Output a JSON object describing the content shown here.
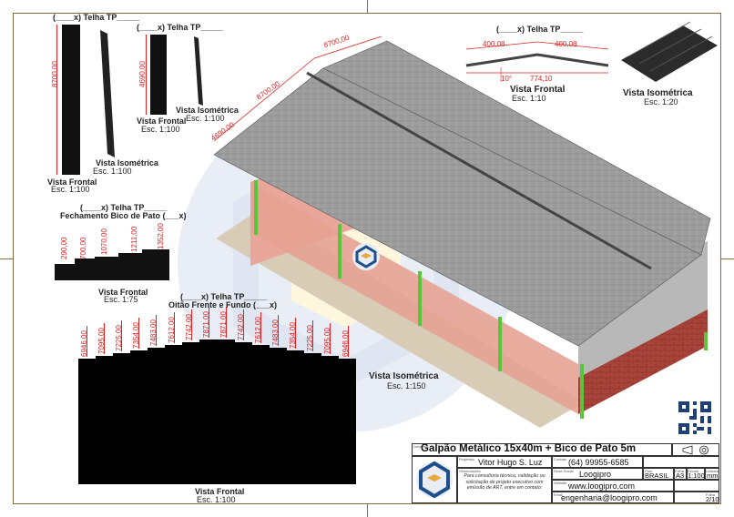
{
  "sheet": {
    "title": "Galpão Metálico 15x40m + Bico de Pato 5m",
    "author": "Vitor Hugo S. Luz",
    "phone": "(64) 99955-6585",
    "brand": "Loogipro",
    "website": "www.loogipro.com",
    "email": "engenharia@loogipro.com",
    "country": "BRASIL",
    "paper": "A3",
    "scale": "1:100",
    "units": "mm",
    "page": "2/10",
    "note": "Para consultoria técnica, validação ou solicitação de projeto executivo com emissão de ART, entre em contato:",
    "field_labels": {
      "projeto": "Projetista",
      "contato": "Contato",
      "obs": "Observações",
      "rede": "Rede Social",
      "site": "Website",
      "email": "Email",
      "pais": "País",
      "folha": "Folha",
      "escala": "Escala",
      "unid": "Unidade",
      "desenho": "Desenho"
    }
  },
  "views": {
    "telha_tp_a": {
      "title": "(____x) Telha TP_____",
      "frontal": "Vista Frontal",
      "frontal_scale": "Esc. 1:100",
      "iso": "Vista Isométrica",
      "iso_scale": "Esc. 1:100",
      "dim": "8700,00"
    },
    "telha_tp_b": {
      "title": "(____x) Telha TP_____",
      "frontal": "Vista Frontal",
      "frontal_scale": "Esc. 1:100",
      "iso": "Vista Isométrica",
      "iso_scale": "Esc. 1:100",
      "dim": "4690,00"
    },
    "telha_tp_c": {
      "title": "(____x) Telha TP_____",
      "frontal": "Vista Frontal",
      "frontal_scale": "Esc. 1:10",
      "iso": "Vista Isométrica",
      "iso_scale": "Esc. 1:20",
      "dims": [
        "400,08",
        "400,08",
        "774,10",
        "10°"
      ]
    },
    "fechamento": {
      "title": "(____x) Telha TP_____",
      "subtitle": "Fechamento Bico de Pato (___x)",
      "frontal": "Vista Frontal",
      "scale": "Esc. 1:75",
      "dims": [
        "290,00",
        "700,00",
        "1070,00",
        "1211,00",
        "1352,00"
      ]
    },
    "oitao": {
      "title": "(____x) Telha TP_____",
      "subtitle": "Oitão Frente e Fundo (___x)",
      "frontal": "Vista Frontal",
      "scale": "Esc. 1:100",
      "dims": [
        "6946,00",
        "7095,00",
        "7225,00",
        "7354,00",
        "7483,00",
        "7612,00",
        "7742,00",
        "7871,00",
        "7871,00",
        "7742,00",
        "7612,00",
        "7483,00",
        "7354,00",
        "7225,00",
        "7095,00",
        "6946,00"
      ]
    },
    "main": {
      "iso": "Vista Isométrica",
      "scale": "Esc. 1:150",
      "dims": [
        "8700,00",
        "8700,00",
        "4690,00"
      ]
    }
  },
  "colors": {
    "accent": "#1f4e8c",
    "dim": "#d22222",
    "roof": "#9a9a9a",
    "wall": "#e8a79a",
    "brick": "#a8433a"
  }
}
